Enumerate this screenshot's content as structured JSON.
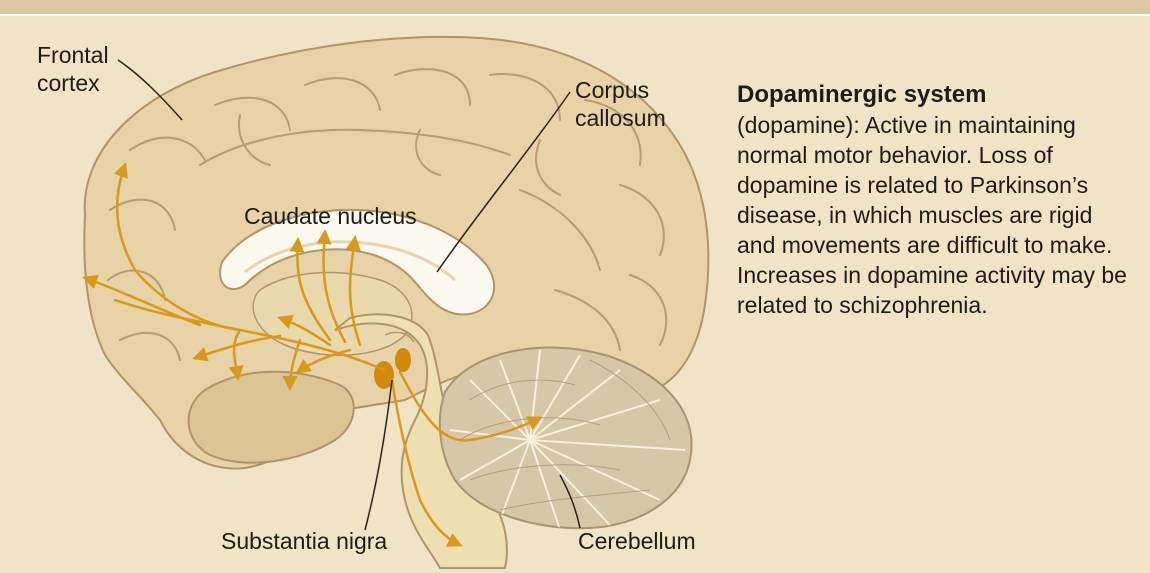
{
  "labels": {
    "frontal_cortex": "Frontal cortex",
    "corpus_callosum": "Corpus callosum",
    "caudate_nucleus": "Caudate nucleus",
    "substantia_nigra": "Substantia nigra",
    "cerebellum": "Cerebellum"
  },
  "info": {
    "title": "Dopaminergic system",
    "body": "(dopamine): Active in maintaining normal motor behavior. Loss of dopamine is related to Parkinson’s disease, in which muscles are rigid and movements are difficult to make. Increases in dopamine activity may be related to schizophrenia."
  },
  "colors": {
    "background": "#f1e4c6",
    "top_band": "#dcc8a7",
    "brain_tissue": "#e7d3a7",
    "brain_outline": "#b1946a",
    "brainstem": "#efe0b4",
    "corpus_callosum": "#fbf8ee",
    "cerebellum": "#d6c7a6",
    "pathway": "#d89a1c",
    "nuclei": "#d08a0e",
    "text": "#1f1b16"
  }
}
